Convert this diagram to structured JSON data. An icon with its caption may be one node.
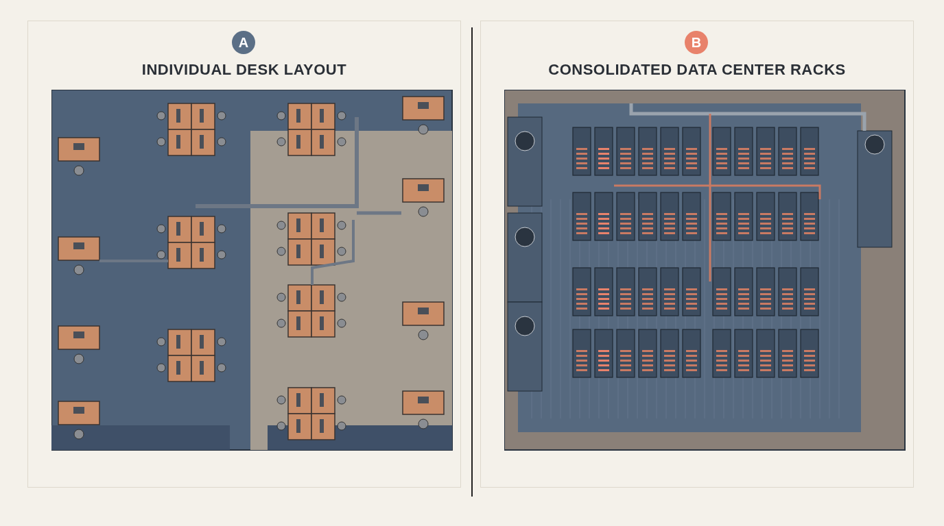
{
  "diagram": {
    "nodes": [
      {
        "text": [
          "A",
          "INDIVIDUAL DESK LAYOUT"
        ]
      },
      {
        "text": [
          "B",
          "CONSOLIDATED DATA CENTER RACKS"
        ]
      }
    ]
  }
}
